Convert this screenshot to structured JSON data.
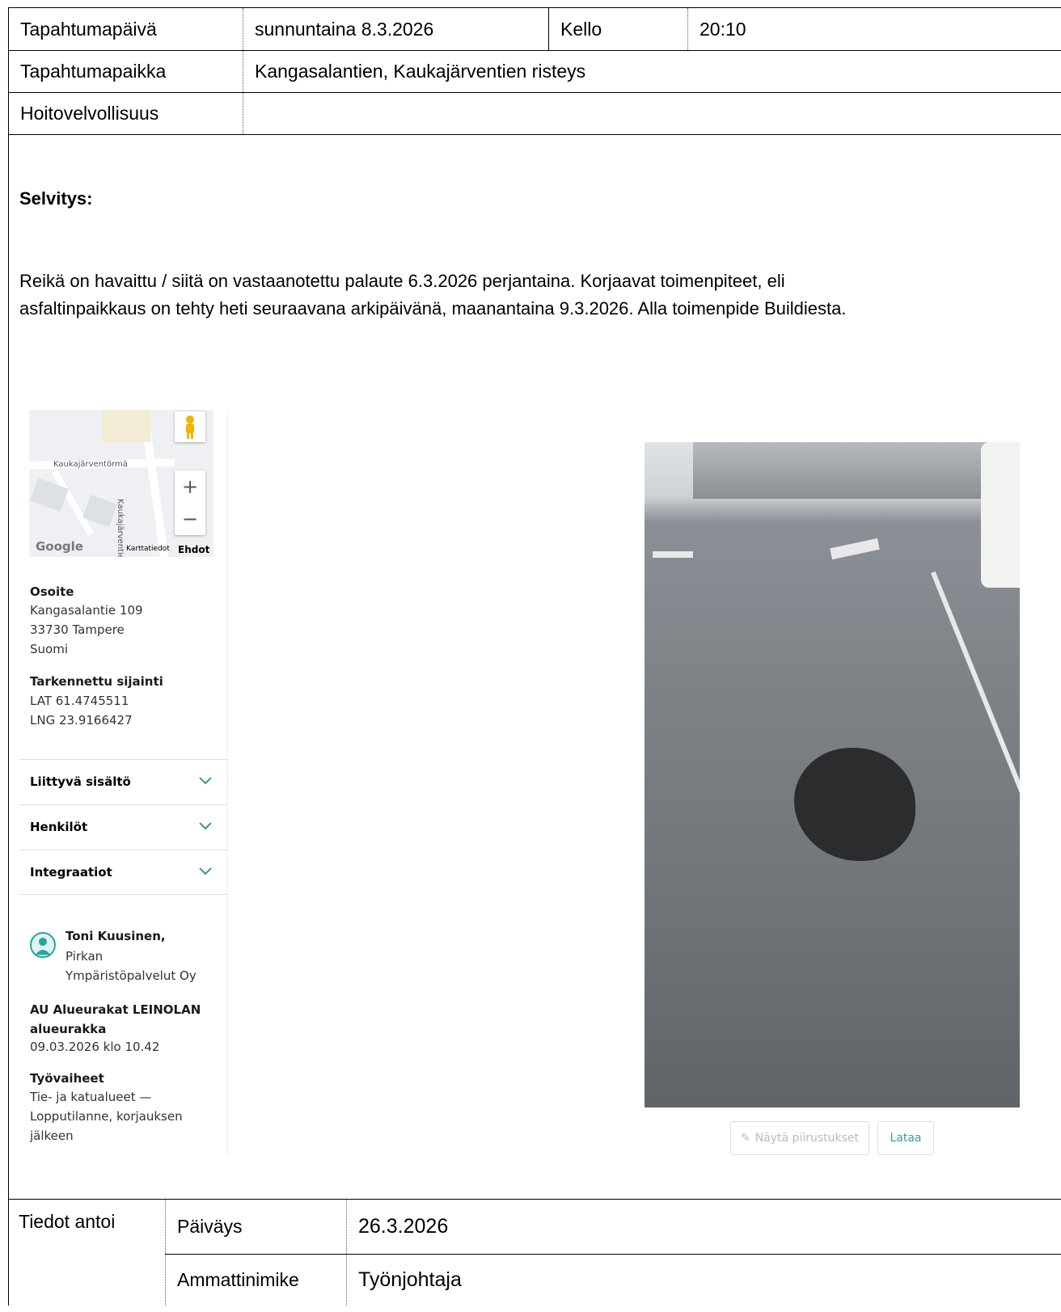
{
  "table": {
    "date_label": "Tapahtumapäivä",
    "date_value": "sunnuntaina 8.3.2026",
    "time_label": "Kello",
    "time_value": "20:10",
    "place_label": "Tapahtumapaikka",
    "place_value": "Kangasalantien, Kaukajärventien risteys",
    "duty_label": "Hoitovelvollisuus",
    "duty_value": ""
  },
  "report": {
    "title": "Selvitys:",
    "line1": "Reikä on havaittu / siitä on vastaanotettu palaute 6.3.2026 perjantaina. Korjaavat toimenpiteet, eli",
    "line2": "asfaltinpaikkaus on tehty heti seuraavana arkipäivänä, maanantaina 9.3.2026. Alla toimenpide Buildiesta."
  },
  "panel": {
    "map": {
      "street1": "Kaukajärventörmä",
      "street2": "Kaukajärventie",
      "google": "Google",
      "map_data": "Karttatiedot",
      "terms": "Ehdot",
      "zoom_in": "+",
      "zoom_out": "−"
    },
    "address_title": "Osoite",
    "address_lines": [
      "Kangasalantie 109",
      "33730 Tampere",
      "Suomi"
    ],
    "location_title": "Tarkennettu sijainti",
    "location_lines": [
      "LAT 61.4745511",
      "LNG 23.9166427"
    ],
    "accordions": [
      "Liittyvä sisältö",
      "Henkilöt",
      "Integraatiot"
    ],
    "person_name": "Toni Kuusinen,",
    "person_org": [
      "Pirkan",
      "Ympäristöpalvelut Oy"
    ],
    "contract_title": [
      "AU Alueurakat LEINOLAN",
      "alueurakka"
    ],
    "contract_time": "09.03.2026 klo 10.42",
    "phases_title": "Työvaiheet",
    "phases_lines": [
      "Tie- ja katualueet —",
      "Lopputilanne, korjauksen",
      "jälkeen"
    ]
  },
  "photo_buttons": {
    "drawings": "Näytä piirustukset",
    "download": "Lataa"
  },
  "footer": {
    "given_label": "Tiedot antoi",
    "date_label": "Päiväys",
    "date_value": "26.3.2026",
    "title_label": "Ammattinimike",
    "title_value": "Työnjohtaja"
  },
  "colors": {
    "accent": "#3a9a9a",
    "avatar": "#26a69a"
  }
}
